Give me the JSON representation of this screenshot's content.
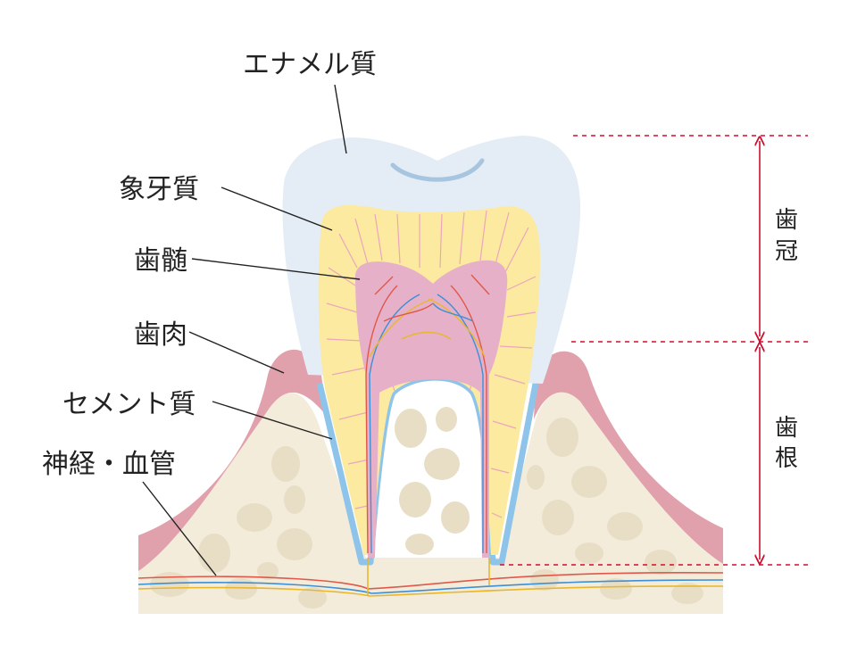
{
  "labels": {
    "enamel": "エナメル質",
    "dentin": "象牙質",
    "pulp": "歯髄",
    "gum": "歯肉",
    "cementum": "セメント質",
    "nerves_vessels": "神経・血管",
    "crown_1": "歯",
    "crown_2": "冠",
    "root_1": "歯",
    "root_2": "根"
  },
  "colors": {
    "enamel": "#e4edf5",
    "dentin": "#fbeaa0",
    "pulp": "#e6b0c8",
    "gum": "#e0a0ac",
    "bone": "#f3ecda",
    "bone_cell": "#e7dec5",
    "cementum": "#8fc4ea",
    "guide": "#c8102e"
  }
}
